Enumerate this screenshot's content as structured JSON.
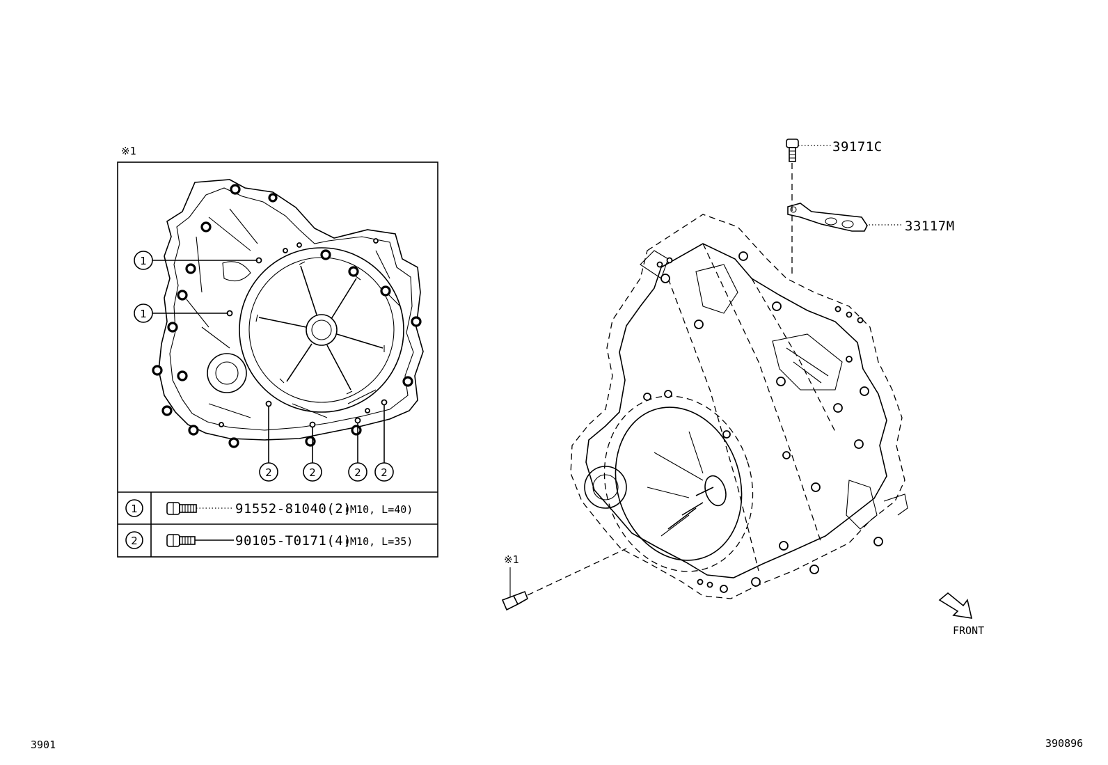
{
  "page": {
    "index_code": "3901",
    "illustration_code": "390896"
  },
  "inset": {
    "note_mark": "※1",
    "callout_1": "1",
    "callout_2": "2",
    "rows": [
      {
        "ref": "1",
        "part": "91552-81040(2)",
        "spec": "(M10, L=40)"
      },
      {
        "ref": "2",
        "part": "90105-T0171(4)",
        "spec": "(M10, L=35)"
      }
    ]
  },
  "main": {
    "part_39171c": "39171C",
    "part_33117m": "33117M",
    "note_mark": "※1",
    "front_label": "FRONT"
  }
}
